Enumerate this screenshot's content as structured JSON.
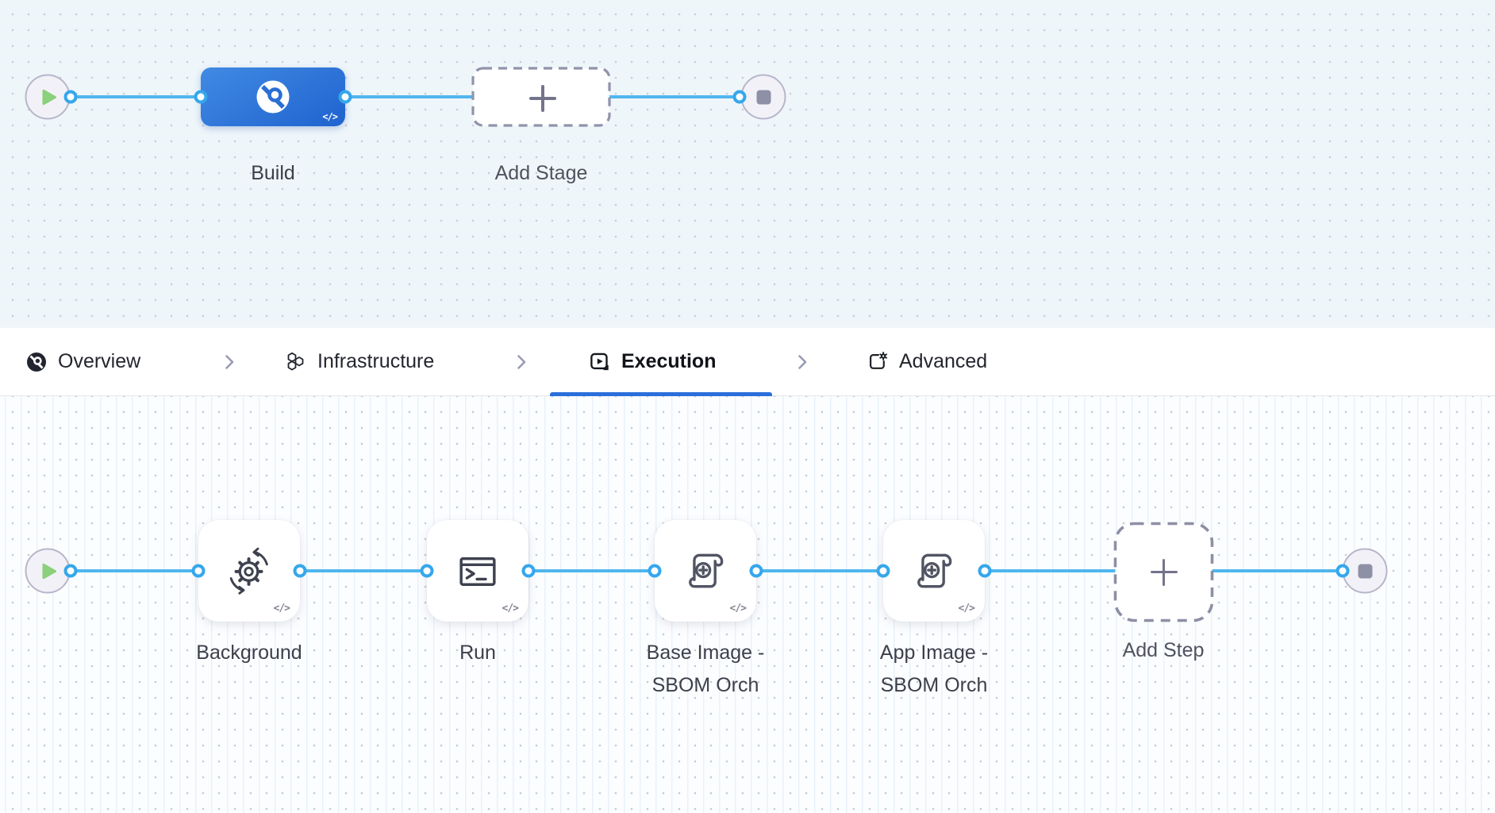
{
  "stage_pipeline": {
    "code_toggle": "</>",
    "nodes": [
      {
        "label": "Build",
        "type": "ci-stage"
      },
      {
        "label": "Add Stage",
        "type": "add-stage"
      }
    ]
  },
  "tab_bar": {
    "tabs": [
      {
        "label": "Overview",
        "icon": "build-circle-icon",
        "active": false
      },
      {
        "label": "Infrastructure",
        "icon": "hexagons-icon",
        "active": false
      },
      {
        "label": "Execution",
        "icon": "play-square-icon",
        "active": true
      },
      {
        "label": "Advanced",
        "icon": "square-gear-icon",
        "active": false
      }
    ],
    "separator_icon": "chevron-right-icon",
    "active_underline_color": "#2b6fdb"
  },
  "step_pipeline": {
    "code_toggle": "</>",
    "nodes": [
      {
        "label": "Background",
        "type": "background-step"
      },
      {
        "label": "Run",
        "type": "run-step"
      },
      {
        "label_line1": "Base Image -",
        "label_line2": "SBOM Orch",
        "type": "plugin-step"
      },
      {
        "label_line1": "App Image -",
        "label_line2": "SBOM Orch",
        "type": "plugin-step"
      },
      {
        "label": "Add Step",
        "type": "add-step"
      }
    ]
  },
  "icons": {
    "start": "play-icon",
    "end": "stop-icon",
    "build_stage": "ci-build-disc-icon",
    "background_step": "gear-sync-icon",
    "run_step": "terminal-icon",
    "sbom_step": "scroll-plus-icon",
    "add": "plus-icon"
  },
  "colors": {
    "edge_blue": "#4fb6ee",
    "port_blue": "#35a7ec",
    "stage_gradient_start": "#418ae3",
    "stage_gradient_end": "#1f63cf",
    "play_green": "#8bd07b",
    "stop_gray": "#8e90a6",
    "active_tab_underline": "#2b6fdb"
  }
}
